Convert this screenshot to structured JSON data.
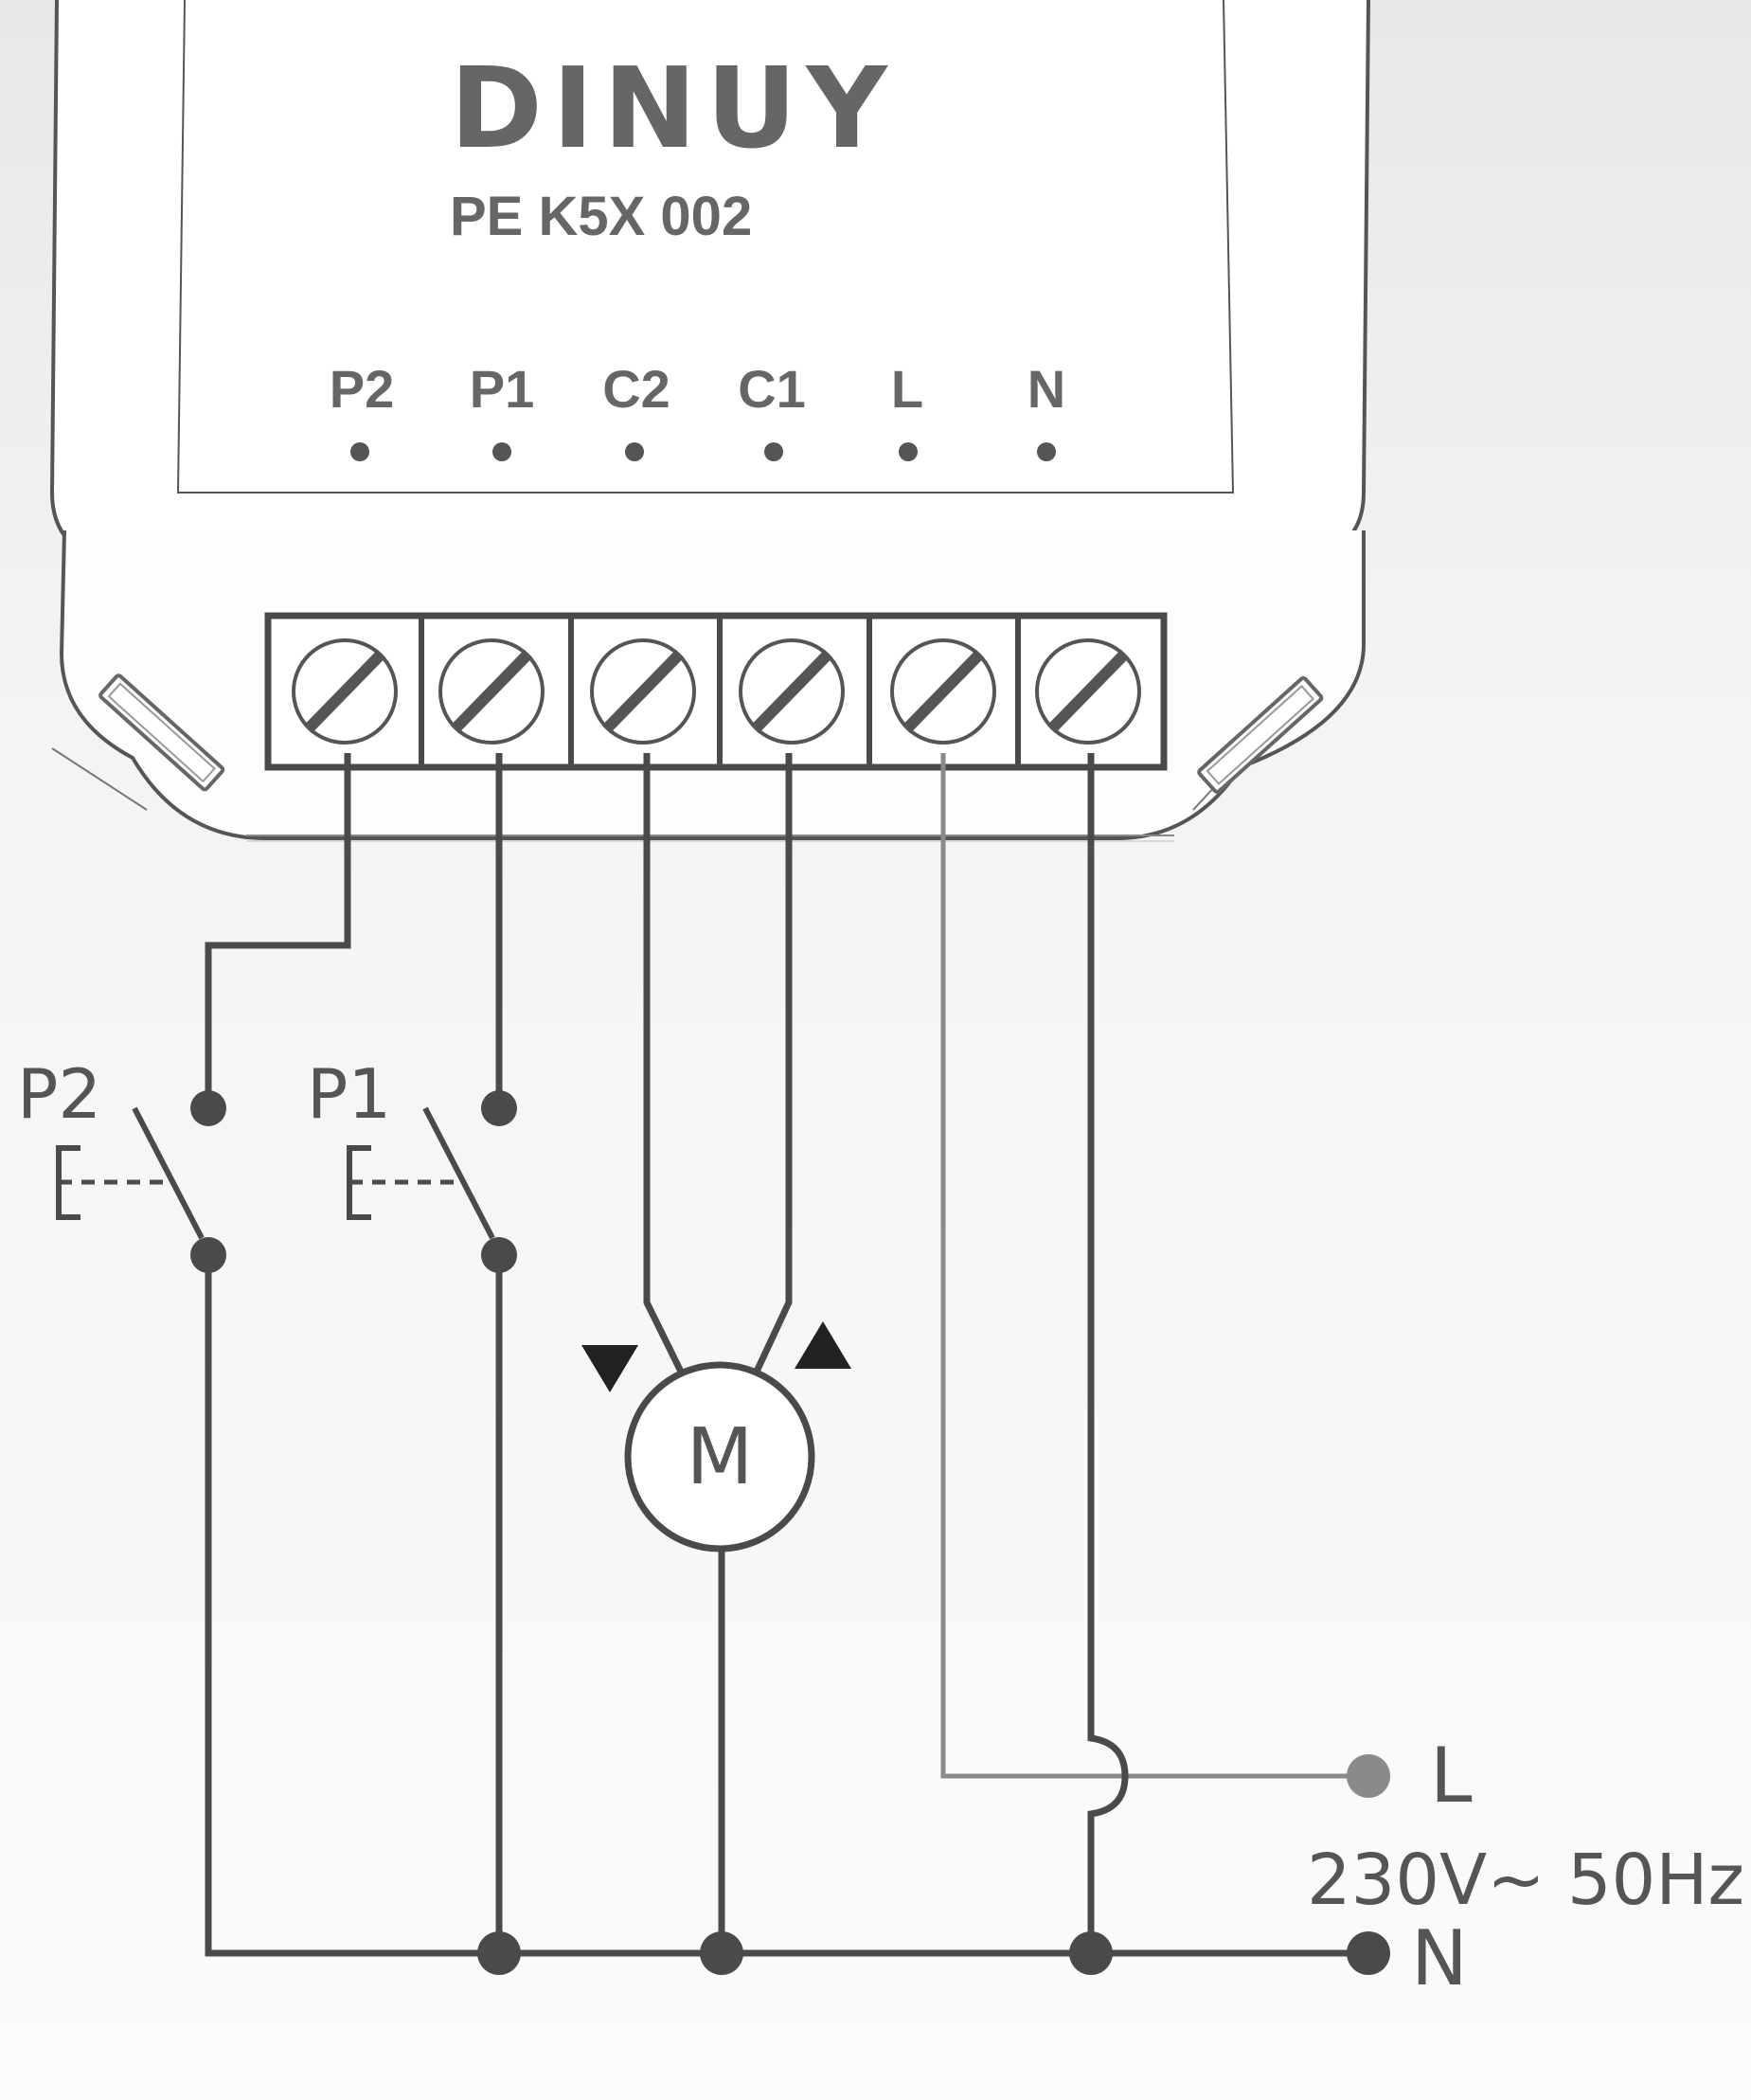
{
  "device": {
    "brand": "DINUY",
    "model": "PE K5X 002",
    "terminal_labels": [
      "P2",
      "P1",
      "C2",
      "C1",
      "L",
      "N"
    ]
  },
  "circuit": {
    "switch_p2_label": "P2",
    "switch_p1_label": "P1",
    "motor_label": "M",
    "line_label": "L",
    "neutral_label": "N",
    "supply_label": "230V~ 50Hz"
  },
  "colors": {
    "text": "#666666",
    "wire": "#4a4a4a",
    "line_wire": "#8a8a8a"
  }
}
